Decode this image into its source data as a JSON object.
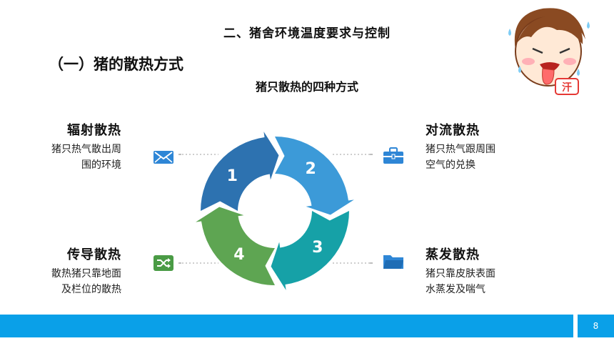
{
  "slide": {
    "title": "二、猪舍环境温度要求与控制",
    "section": "（一）猪的散热方式",
    "subtitle": "猪只散热的四种方式",
    "page_number": "8"
  },
  "mascot": {
    "badge_text": "汗"
  },
  "methods": [
    {
      "heading": "辐射散热",
      "desc1": "猪只热气散出周",
      "desc2": "围的环境",
      "icon": "envelope-icon"
    },
    {
      "heading": "对流散热",
      "desc1": "猪只热气跟周围",
      "desc2": "空气的兑换",
      "icon": "briefcase-icon"
    },
    {
      "heading": "传导散热",
      "desc1": "散热猪只靠地面",
      "desc2": "及栏位的散热",
      "icon": "shuffle-icon"
    },
    {
      "heading": "蒸发散热",
      "desc1": "猪只靠皮肤表面",
      "desc2": "水蒸发及喘气",
      "icon": "folder-icon"
    }
  ],
  "cycle": {
    "segments": [
      {
        "label": "1",
        "color": "#2d72b0"
      },
      {
        "label": "2",
        "color": "#3c9ad8"
      },
      {
        "label": "3",
        "color": "#16a1a7"
      },
      {
        "label": "4",
        "color": "#5ea552"
      }
    ]
  },
  "colors": {
    "accent": "#0aa0e8",
    "icon_blue": "#2e86d6",
    "icon_green": "#4a9b45"
  }
}
